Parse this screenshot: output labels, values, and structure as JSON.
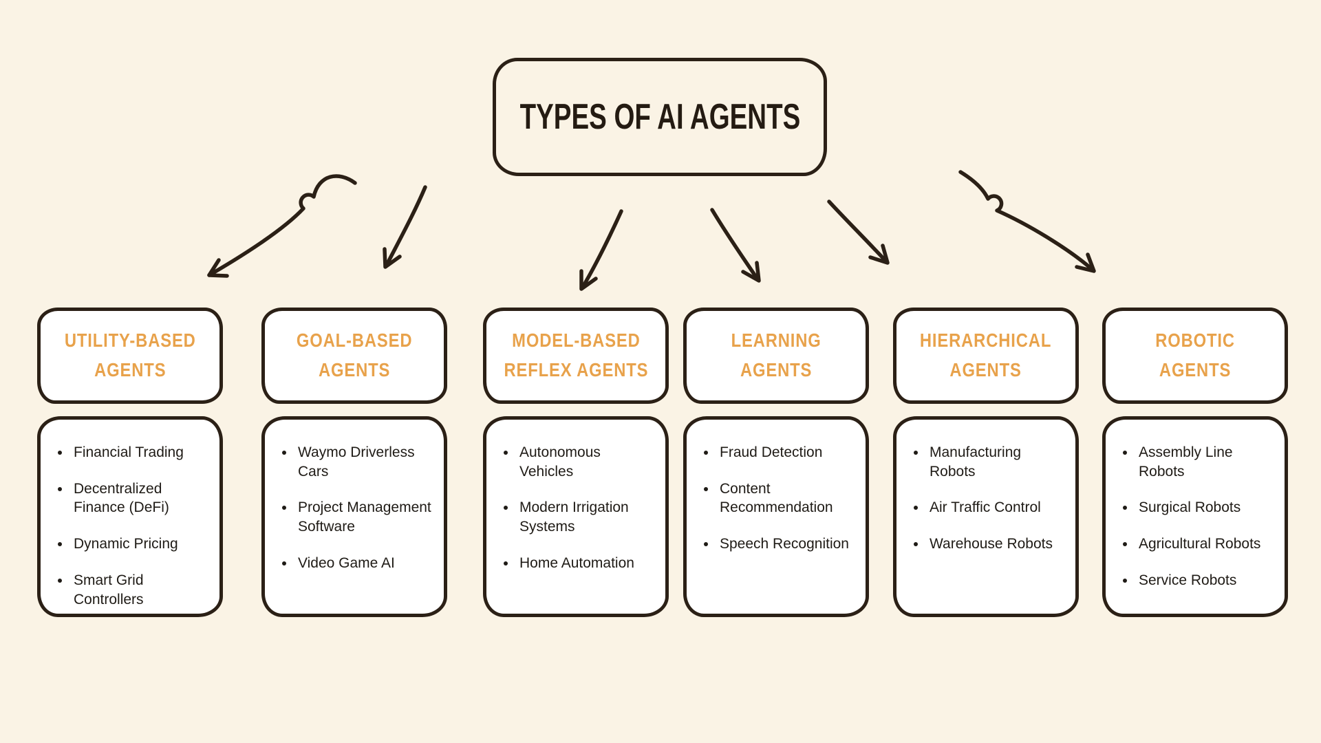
{
  "title": "TYPES OF AI AGENTS",
  "colors": {
    "background": "#FAF3E5",
    "card_fill": "#FFFFFF",
    "ink": "#2B2016",
    "accent_orange": "#E8A24B",
    "body_text": "#1F1B16"
  },
  "categories": [
    {
      "id": "utility-based-agents",
      "label_lines": [
        "UTILITY-BASED",
        "AGENTS"
      ],
      "items": [
        "Financial Trading",
        "Decentralized Finance (DeFi)",
        "Dynamic Pricing",
        "Smart Grid Controllers"
      ]
    },
    {
      "id": "goal-based-agents",
      "label_lines": [
        "GOAL-BASED",
        "AGENTS"
      ],
      "items": [
        "Waymo Driverless Cars",
        "Project Management Software",
        "Video Game AI"
      ]
    },
    {
      "id": "model-based-reflex-agents",
      "label_lines": [
        "MODEL-BASED",
        "REFLEX AGENTS"
      ],
      "items": [
        "Autonomous Vehicles",
        "Modern Irrigation Systems",
        "Home Automation"
      ]
    },
    {
      "id": "learning-agents",
      "label_lines": [
        "LEARNING",
        "AGENTS"
      ],
      "items": [
        "Fraud Detection",
        "Content Recommendation",
        "Speech Recognition"
      ]
    },
    {
      "id": "hierarchical-agents",
      "label_lines": [
        "HIERARCHICAL",
        "AGENTS"
      ],
      "items": [
        "Manufacturing Robots",
        "Air Traffic Control",
        "Warehouse Robots"
      ]
    },
    {
      "id": "robotic-agents",
      "label_lines": [
        "ROBOTIC",
        "AGENTS"
      ],
      "items": [
        "Assembly Line Robots",
        "Surgical Robots",
        "Agricultural Robots",
        "Service Robots"
      ]
    }
  ],
  "connectors": [
    {
      "from": "title",
      "to": "utility-based-agents",
      "style": "looped-curve-left"
    },
    {
      "from": "title",
      "to": "goal-based-agents",
      "style": "straight"
    },
    {
      "from": "title",
      "to": "model-based-reflex-agents",
      "style": "straight"
    },
    {
      "from": "title",
      "to": "learning-agents",
      "style": "straight"
    },
    {
      "from": "title",
      "to": "hierarchical-agents",
      "style": "straight"
    },
    {
      "from": "title",
      "to": "robotic-agents",
      "style": "looped-curve-right"
    }
  ]
}
